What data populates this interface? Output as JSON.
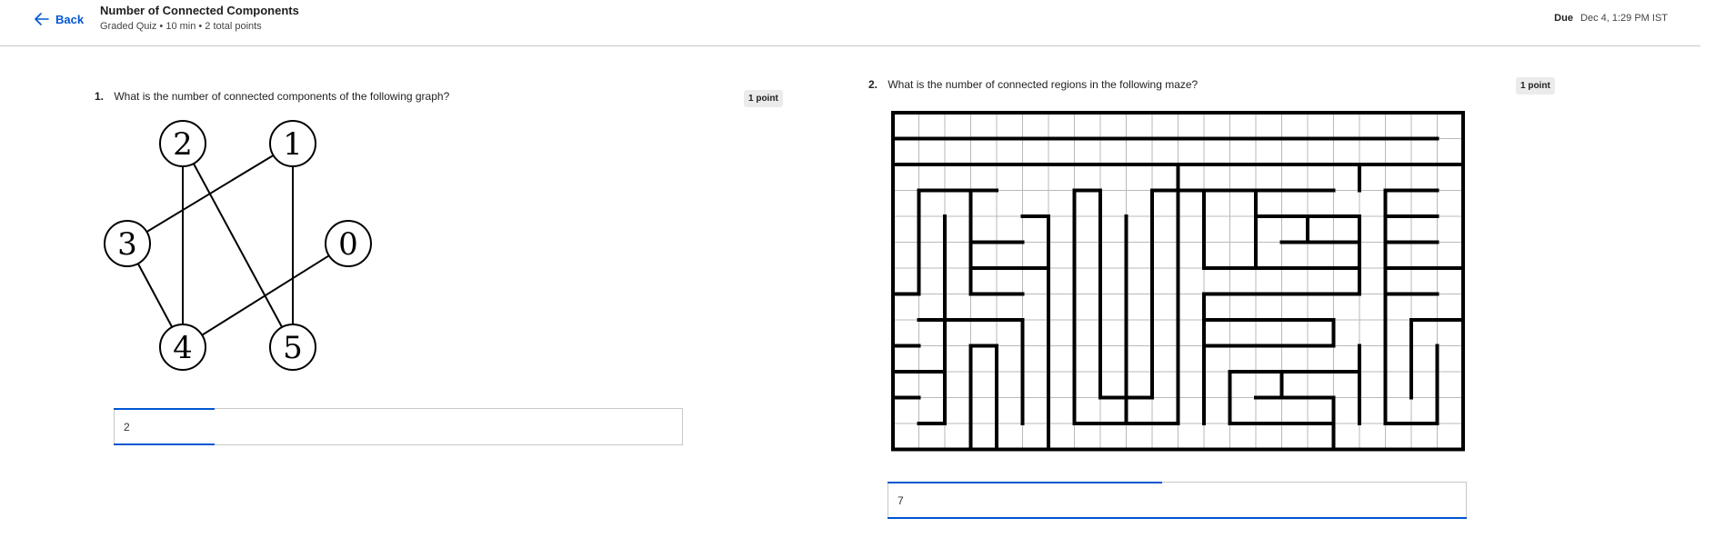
{
  "header": {
    "back_label": "Back",
    "title": "Number of Connected Components",
    "subtitle": "Graded Quiz • 10 min • 2 total points",
    "due_label": "Due",
    "due_value": "Dec 4, 1:29 PM IST"
  },
  "questions": [
    {
      "number": "1.",
      "text": "What is the number of connected components of the following graph?",
      "points": "1 point",
      "answer": "2",
      "graph": {
        "nodes": [
          "2",
          "1",
          "3",
          "0",
          "4",
          "5"
        ],
        "edges": [
          [
            "2",
            "5"
          ],
          [
            "2",
            "4"
          ],
          [
            "1",
            "3"
          ],
          [
            "1",
            "5"
          ],
          [
            "3",
            "4"
          ],
          [
            "0",
            "4"
          ]
        ]
      }
    },
    {
      "number": "2.",
      "text": "What is the number of connected regions in the following maze?",
      "points": "1 point",
      "answer": "7"
    }
  ],
  "colors": {
    "accent": "#0056d2",
    "border": "#c8c8c8",
    "badge_bg": "#ebebeb"
  },
  "icons": {
    "back": "arrow-left-icon"
  }
}
